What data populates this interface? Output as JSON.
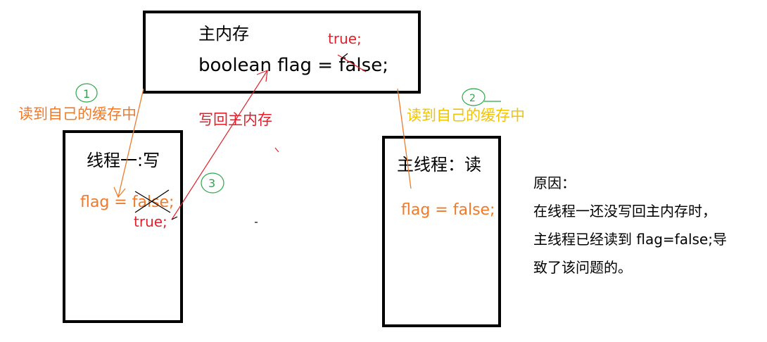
{
  "colors": {
    "black": "#000000",
    "orange": "#f07a2a",
    "red": "#e0202a",
    "yellow": "#f2c400",
    "green": "#2aa84a"
  },
  "main_memory": {
    "title": "主内存",
    "statement": "boolean flag = false;",
    "update_note": "true;"
  },
  "thread_one": {
    "title": "线程一:写",
    "old_value": "flag = false;",
    "new_value": "true;"
  },
  "main_thread": {
    "title": "主线程：读",
    "value": "flag = false;"
  },
  "arrows": {
    "read_left": "读到自己的缓存中",
    "write_back": "写回主内存",
    "read_right": "读到自己的缓存中"
  },
  "step_marks": [
    "1",
    "2",
    "3"
  ],
  "reason": {
    "heading": "原因：",
    "line1": "在线程一还没写回主内存时，",
    "line2": "主线程已经读到 flag=false;导",
    "line3": "致了该问题的。"
  }
}
